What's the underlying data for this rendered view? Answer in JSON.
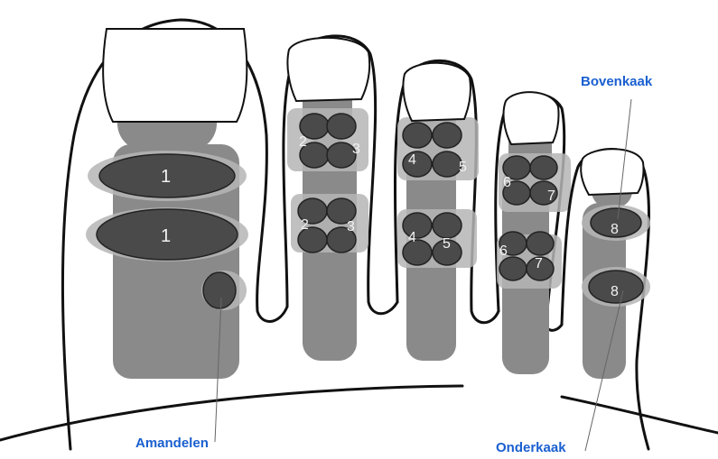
{
  "labels": {
    "upper_jaw": "Bovenkaak",
    "tonsils": "Amandelen",
    "lower_jaw": "Onderkaak"
  },
  "zones": {
    "z1a": "1",
    "z1b": "1",
    "z2a": "2",
    "z3a": "3",
    "z2b": "2",
    "z3b": "3",
    "z4a": "4",
    "z5a": "5",
    "z4b": "4",
    "z5b": "5",
    "z6a": "6",
    "z7a": "7",
    "z6b": "6",
    "z7b": "7",
    "z8a": "8",
    "z8b": "8"
  },
  "colors": {
    "label_text": "#1a5fd0",
    "bone": "#8a8a8a",
    "zone": "#4a4a4a"
  }
}
